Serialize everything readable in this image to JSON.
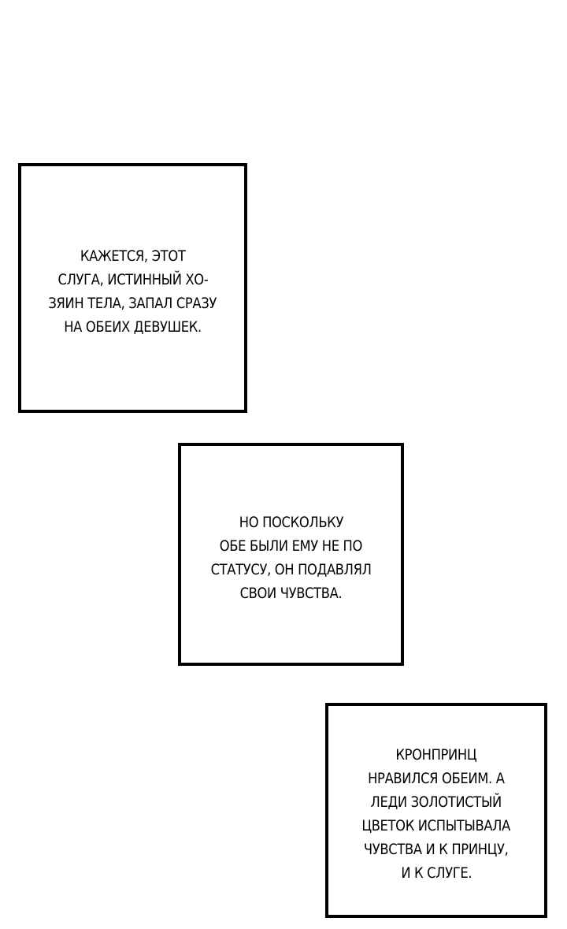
{
  "panels": [
    {
      "lines": [
        "КАЖЕТСЯ, ЭТОТ",
        "СЛУГА, ИСТИННЫЙ ХО-",
        "ЗЯИН ТЕЛА, ЗАПАЛ СРАЗУ",
        "НА ОБЕИХ ДЕВУШЕК."
      ]
    },
    {
      "lines": [
        "НО ПОСКОЛЬКУ",
        "ОБЕ БЫЛИ ЕМУ НЕ ПО",
        "СТАТУСУ, ОН ПОДАВЛЯЛ",
        "СВОИ ЧУВСТВА."
      ]
    },
    {
      "lines": [
        "КРОНПРИНЦ",
        "НРАВИЛСЯ ОБЕИМ. А",
        "ЛЕДИ ЗОЛОТИСТЫЙ",
        "ЦВЕТОК ИСПЫТЫВАЛА",
        "ЧУВСТВА И К ПРИНЦУ,",
        "И К СЛУГЕ."
      ]
    }
  ]
}
